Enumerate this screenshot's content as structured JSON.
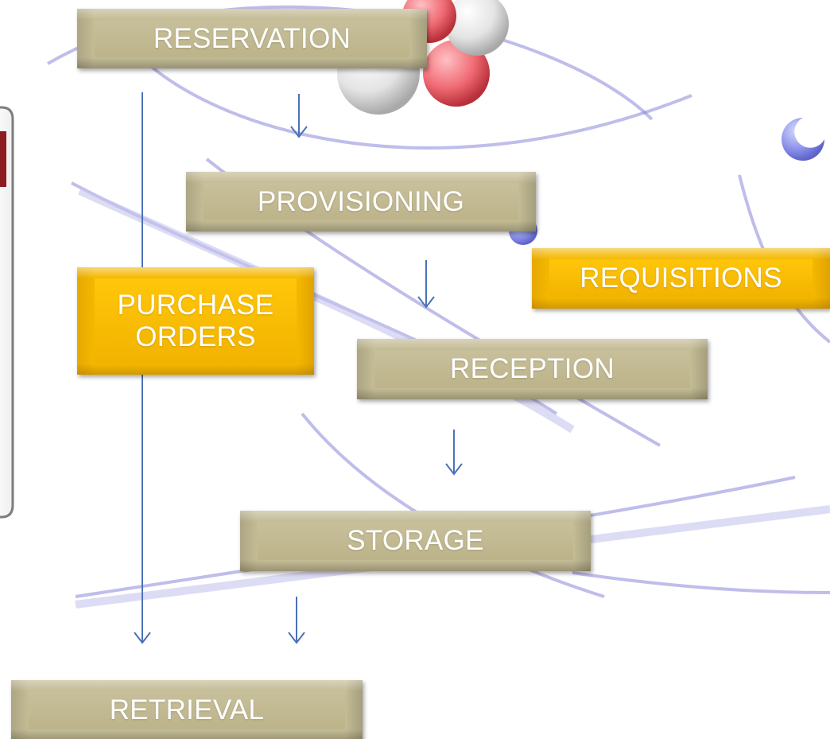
{
  "diagram": {
    "nodes": [
      {
        "id": "reservation",
        "label": "RESERVATION",
        "style": "tan"
      },
      {
        "id": "provisioning",
        "label": "PROVISIONING",
        "style": "tan"
      },
      {
        "id": "requisitions",
        "label": "REQUISITIONS",
        "style": "gold"
      },
      {
        "id": "purchase-orders",
        "label": "PURCHASE ORDERS",
        "style": "gold"
      },
      {
        "id": "reception",
        "label": "RECEPTION",
        "style": "tan"
      },
      {
        "id": "storage",
        "label": "STORAGE",
        "style": "tan"
      },
      {
        "id": "retrieval",
        "label": "RETRIEVAL",
        "style": "tan"
      }
    ],
    "edges": [
      {
        "from": "reservation",
        "to": "provisioning"
      },
      {
        "from": "provisioning",
        "to": "reception"
      },
      {
        "from": "reception",
        "to": "storage"
      },
      {
        "from": "storage",
        "to": "retrieval"
      },
      {
        "from": "reservation",
        "to": "retrieval"
      }
    ]
  },
  "colors": {
    "tan_box": "#c4bc95",
    "gold_box": "#f5b800",
    "box_text": "#ffffff",
    "arrow": "#4a72b8"
  }
}
